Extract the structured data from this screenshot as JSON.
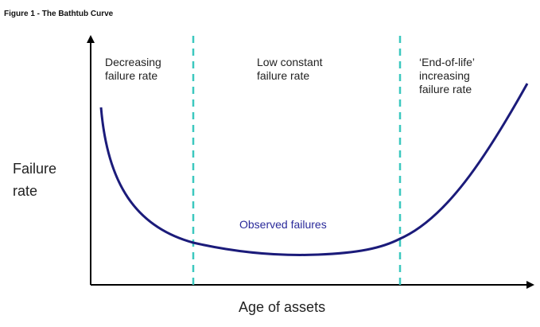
{
  "title": "Figure 1 - The Bathtub Curve",
  "y_axis_label_line1": "Failure",
  "y_axis_label_line2": "rate",
  "x_axis_label": "Age of assets",
  "regions": [
    {
      "line1": "Decreasing",
      "line2": "failure rate",
      "line3": ""
    },
    {
      "line1": "Low constant",
      "line2": "failure rate",
      "line3": ""
    },
    {
      "line1": "‘End-of-life’",
      "line2": "increasing",
      "line3": "failure rate"
    }
  ],
  "curve_label": "Observed failures",
  "colors": {
    "curve": "#1b1b7a",
    "divider": "#3cc8bf",
    "axis": "#000000"
  }
}
